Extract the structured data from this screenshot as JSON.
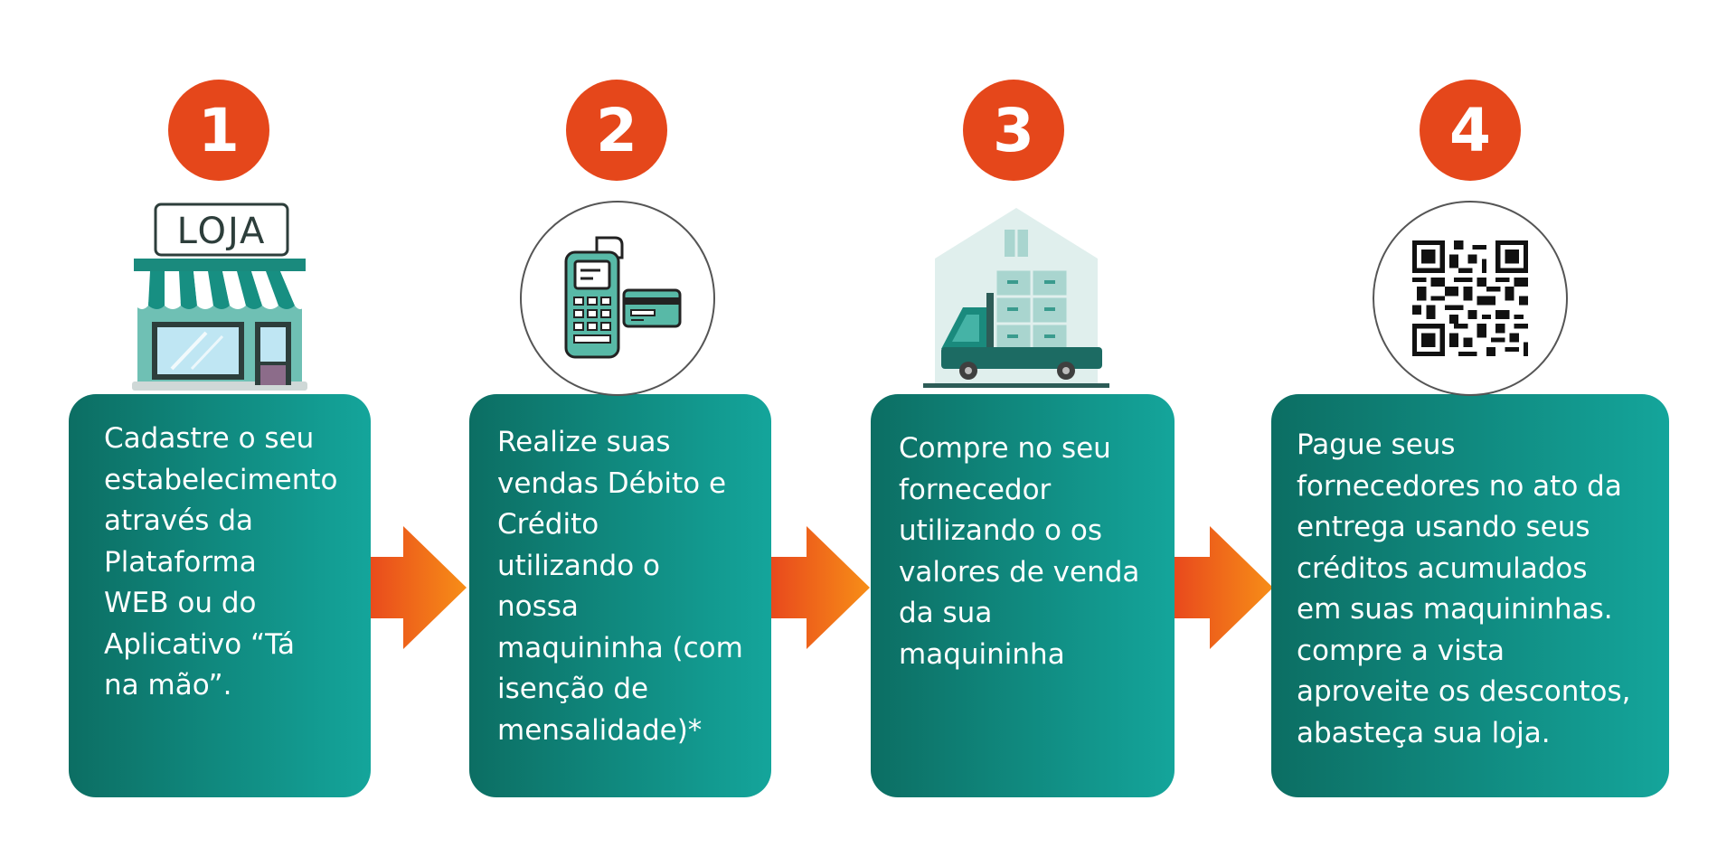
{
  "colors": {
    "badge": "#e5471b",
    "card_start": "#0c6e63",
    "card_end": "#14a59b",
    "arrow_start": "#e8461d",
    "arrow_end": "#f78e17"
  },
  "steps": [
    {
      "number": "1",
      "icon": "store-icon",
      "sign": "LOJA",
      "text": "Cadastre o seu\nestabelecimento\natravés da\nPlataforma\nWEB ou do\nAplicativo “Tá\nna mão”."
    },
    {
      "number": "2",
      "icon": "card-machine-icon",
      "text": "Realize suas\nvendas Débito e\nCrédito\nutilizando o\nnossa\nmaquininha (com\nisenção de\nmensalidade)*"
    },
    {
      "number": "3",
      "icon": "delivery-truck-icon",
      "text": "Compre no seu\nfornecedor\nutilizando o os\nvalores de venda\nda sua\nmaquininha"
    },
    {
      "number": "4",
      "icon": "qr-code-icon",
      "text": "Pague seus\nfornecedores no ato da\nentrega usando seus\ncréditos acumulados\nem suas maquininhas.\ncompre a vista\naproveite os descontos,\nabasteça sua loja."
    }
  ]
}
